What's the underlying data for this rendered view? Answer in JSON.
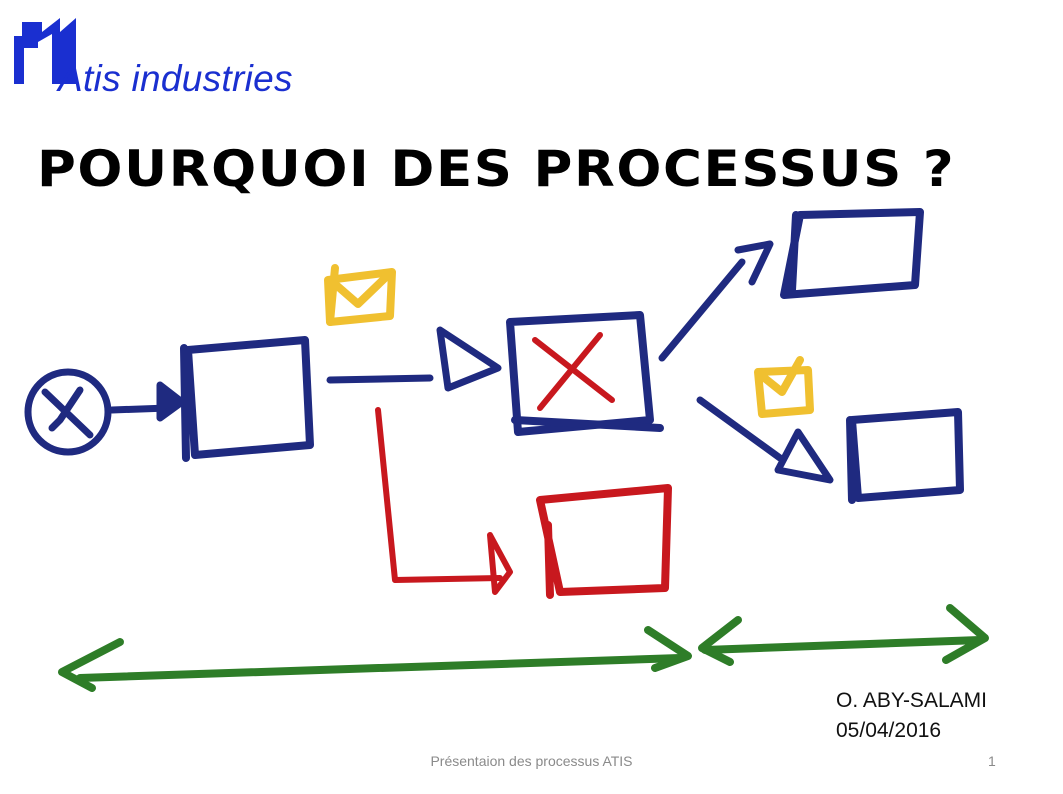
{
  "logo": {
    "text": "Atis industries",
    "color": "#1a2fd0"
  },
  "title": "POURQUOI DES PROCESSUS ?",
  "author": {
    "name": "O. ABY-SALAMI",
    "date": "05/04/2016"
  },
  "footer": {
    "text": "Présentaion des processus ATIS",
    "page_number": "1"
  },
  "colors": {
    "blue": "#1f2a80",
    "red": "#c8181e",
    "yellow": "#f0c030",
    "green": "#2e7d28"
  }
}
